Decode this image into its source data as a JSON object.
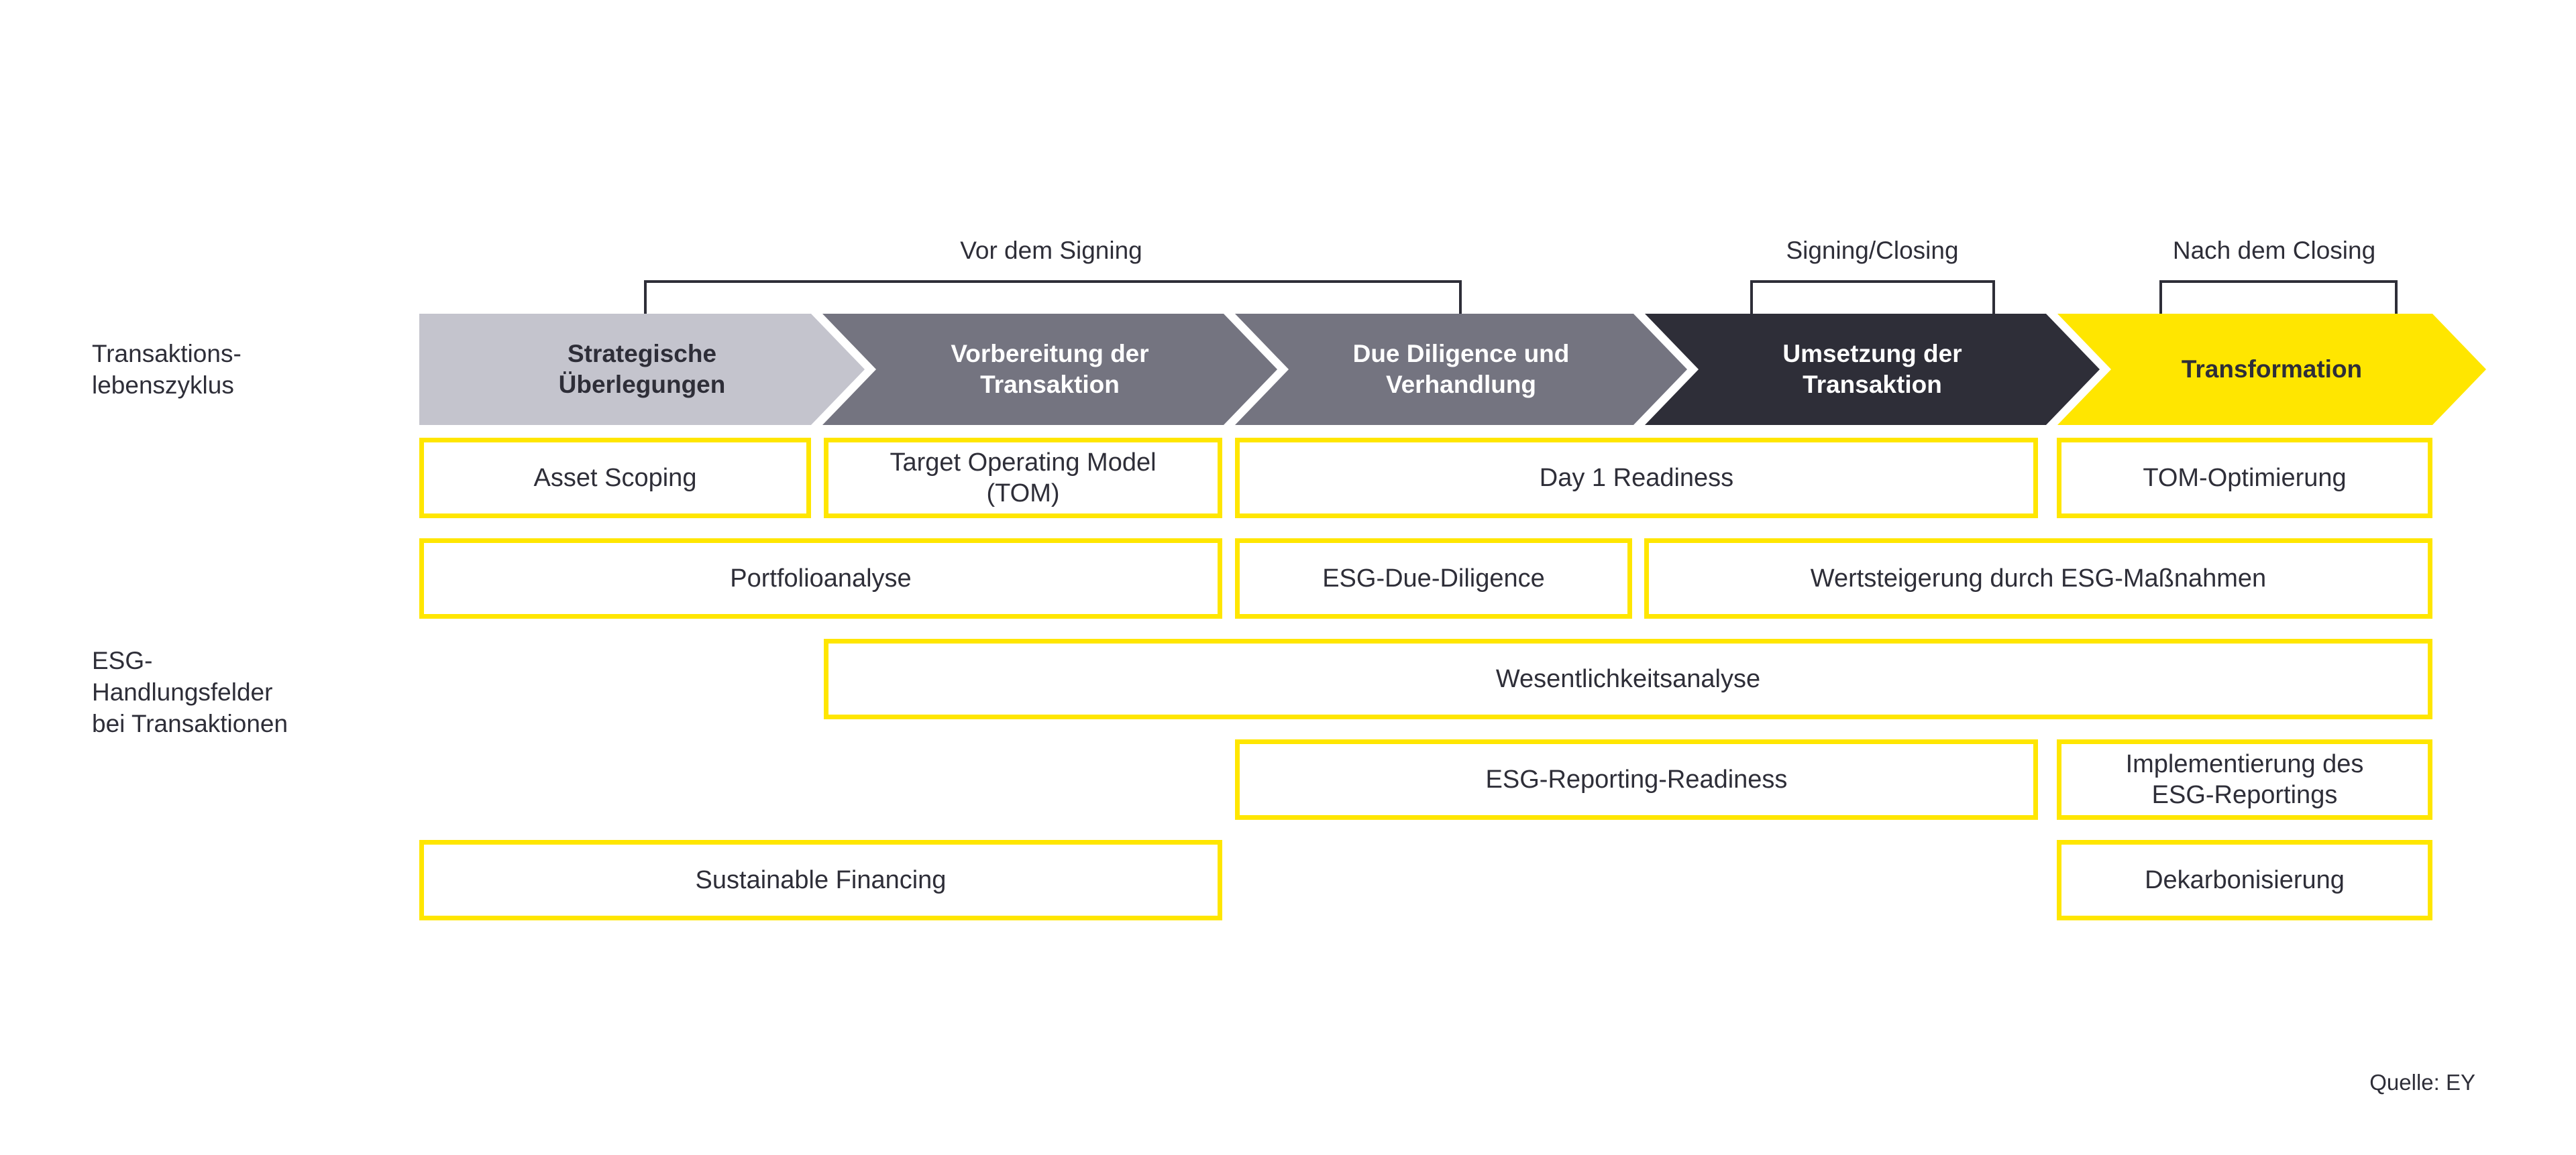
{
  "colors": {
    "yellow": "#ffe600",
    "dark": "#2e2e38",
    "mid-gray": "#747480",
    "light-gray": "#c4c4cd"
  },
  "axis_labels": {
    "lifecycle": "Transaktions-\nlebenszyklus",
    "esg": "ESG-\nHandlungsfelder\nbei Transaktionen"
  },
  "phases": [
    {
      "label": "Vor dem Signing"
    },
    {
      "label": "Signing/Closing"
    },
    {
      "label": "Nach dem Closing"
    }
  ],
  "stages": [
    {
      "label": "Strategische\nÜberlegungen",
      "color": "#c4c4cd"
    },
    {
      "label": "Vorbereitung der\nTransaktion",
      "color": "#747480"
    },
    {
      "label": "Due Diligence und\nVerhandlung",
      "color": "#747480"
    },
    {
      "label": "Umsetzung der\nTransaktion",
      "color": "#2e2e38"
    },
    {
      "label": "Transformation",
      "color": "#ffe600"
    }
  ],
  "esg_fields": {
    "rows": [
      {
        "items": [
          {
            "label": "Asset Scoping"
          },
          {
            "label": "Target Operating Model\n(TOM)"
          },
          {
            "label": "Day 1 Readiness"
          },
          {
            "label": "TOM-Optimierung"
          }
        ]
      },
      {
        "items": [
          {
            "label": "Portfolioanalyse"
          },
          {
            "label": "ESG-Due-Diligence"
          },
          {
            "label": "Wertsteigerung durch ESG-Maßnahmen"
          }
        ]
      },
      {
        "items": [
          {
            "label": "Wesentlichkeitsanalyse"
          }
        ]
      },
      {
        "items": [
          {
            "label": "ESG-Reporting-Readiness"
          },
          {
            "label": "Implementierung des\nESG-Reportings"
          }
        ]
      },
      {
        "items": [
          {
            "label": "Sustainable Financing"
          },
          {
            "label": "Dekarbonisierung"
          }
        ]
      }
    ]
  },
  "source": "Quelle: EY"
}
